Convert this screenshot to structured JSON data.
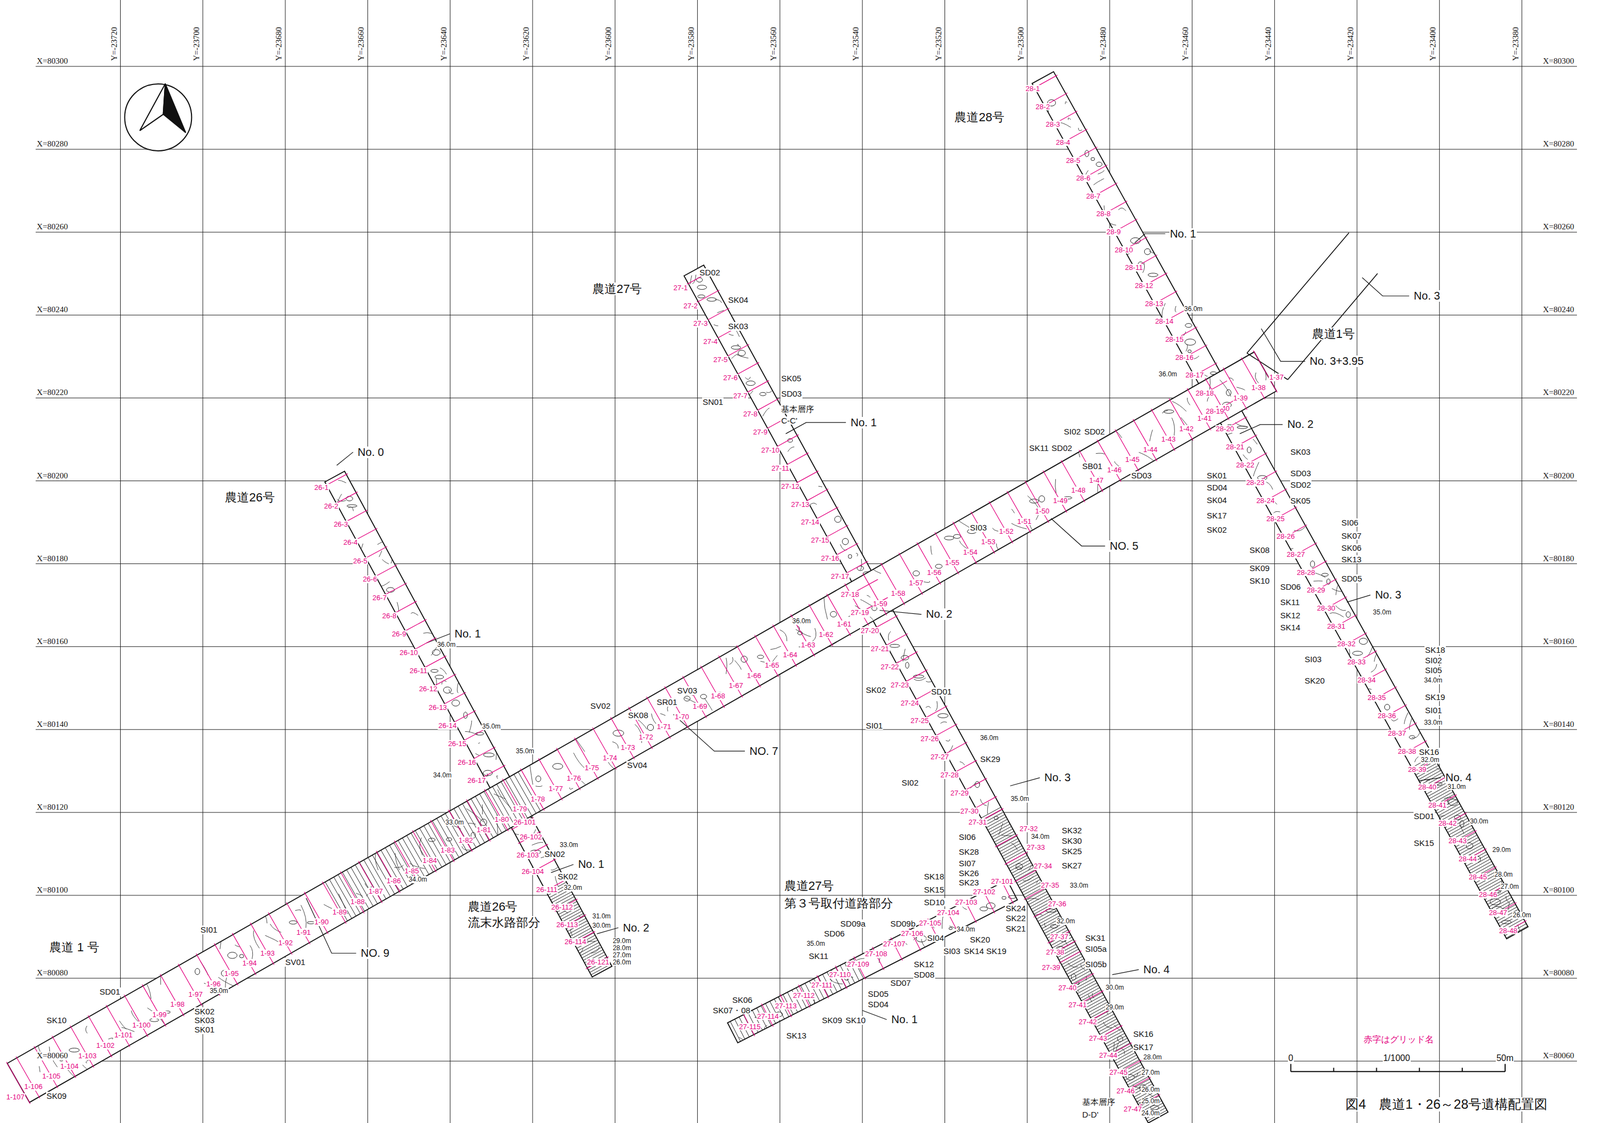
{
  "diagram": {
    "caption": "図4　農道1・26～28号遺構配置図",
    "labels": [
      "Y=-23720",
      "Y=-23700",
      "Y=-23680",
      "Y=-23660",
      "Y=-23640",
      "Y=-23620",
      "Y=-23600",
      "Y=-23580",
      "Y=-23560",
      "Y=-23540",
      "Y=-23520",
      "Y=-23500",
      "Y=-23480",
      "Y=-23460",
      "Y=-23440",
      "Y=-23420",
      "Y=-23400",
      "Y=-23380",
      "X=80300",
      "X=80280",
      "X=80260",
      "X=80240",
      "X=80220",
      "X=80200",
      "X=80180",
      "X=80160",
      "X=80140",
      "X=80120",
      "X=80100",
      "X=80080",
      "X=80060",
      "X=80300",
      "X=80280",
      "X=80260",
      "X=80240",
      "X=80220",
      "X=80200",
      "X=80180",
      "X=80160",
      "X=80140",
      "X=80120",
      "X=80100",
      "X=80080",
      "X=80060",
      "1-37",
      "1-38",
      "1-39",
      "1-40",
      "1-41",
      "1-42",
      "1-43",
      "1-44",
      "1-45",
      "1-46",
      "1-47",
      "1-48",
      "1-49",
      "1-50",
      "1-51",
      "1-52",
      "1-53",
      "1-54",
      "1-55",
      "1-56",
      "1-57",
      "1-58",
      "1-59",
      "1-60",
      "1-61",
      "1-62",
      "1-63",
      "1-64",
      "1-65",
      "1-66",
      "1-67",
      "1-68",
      "1-69",
      "1-70",
      "1-71",
      "1-72",
      "1-73",
      "1-74",
      "1-75",
      "1-76",
      "1-77",
      "1-78",
      "1-79",
      "1-80",
      "1-81",
      "1-82",
      "1-83",
      "1-84",
      "1-85",
      "1-86",
      "1-87",
      "1-88",
      "1-89",
      "1-90",
      "1-91",
      "1-92",
      "1-93",
      "1-94",
      "1-95",
      "1-96",
      "1-97",
      "1-98",
      "1-99",
      "1-100",
      "1-101",
      "1-102",
      "1-103",
      "1-104",
      "1-105",
      "1-106",
      "1-107",
      "26-1",
      "26-2",
      "26-3",
      "26-4",
      "26-5",
      "26-6",
      "26-7",
      "26-8",
      "26-9",
      "26-10",
      "26-11",
      "26-12",
      "26-13",
      "26-14",
      "26-15",
      "26-16",
      "26-17",
      "26-101",
      "26-102",
      "26-103",
      "26-104",
      "26-111",
      "26-112",
      "26-113",
      "26-114",
      "26-121",
      "27-1",
      "27-2",
      "27-3",
      "27-4",
      "27-5",
      "27-6",
      "27-7",
      "27-8",
      "27-9",
      "27-10",
      "27-11",
      "27-12",
      "27-13",
      "27-14",
      "27-15",
      "27-16",
      "27-17",
      "27-18",
      "27-19",
      "27-20",
      "27-21",
      "27-22",
      "27-23",
      "27-24",
      "27-25",
      "27-26",
      "27-27",
      "27-28",
      "27-29",
      "27-30",
      "27-31",
      "27-32",
      "27-33",
      "27-34",
      "27-35",
      "27-36",
      "27-37",
      "27-38",
      "27-39",
      "27-40",
      "27-41",
      "27-42",
      "27-43",
      "27-44",
      "27-45",
      "27-46",
      "27-47",
      "27-101",
      "27-102",
      "27-103",
      "27-104",
      "27-105",
      "27-106",
      "27-107",
      "27-108",
      "27-109",
      "27-110",
      "27-111",
      "27-112",
      "27-113",
      "27-114",
      "27-115",
      "28-1",
      "28-2",
      "28-3",
      "28-4",
      "28-5",
      "28-6",
      "28-7",
      "28-8",
      "28-9",
      "28-10",
      "28-11",
      "28-12",
      "28-13",
      "28-14",
      "28-15",
      "28-16",
      "28-17",
      "28-18",
      "28-19",
      "28-20",
      "28-21",
      "28-22",
      "28-23",
      "28-24",
      "28-25",
      "28-26",
      "28-27",
      "28-28",
      "28-29",
      "28-30",
      "28-31",
      "28-32",
      "28-33",
      "28-34",
      "28-35",
      "28-36",
      "28-37",
      "28-38",
      "28-39",
      "28-40",
      "28-41",
      "28-42",
      "28-43",
      "28-44",
      "28-45",
      "28-46",
      "28-47",
      "28-48",
      "農道28号",
      "農道27号",
      "農道26号",
      "農道1号",
      "農道 1 号",
      "農道26号",
      "流末水路部分",
      "農道27号",
      "第３号取付道路部分",
      "No. 0",
      "No. 1",
      "No. 1",
      "No. 2",
      "No. 1",
      "No. 2",
      "No. 3",
      "No. 4",
      "No. 1",
      "No. 1",
      "No. 2",
      "No. 3",
      "No. 4",
      "No. 3",
      "No. 3+3.95",
      "NO. 5",
      "NO. 7",
      "NO. 9",
      "SD02",
      "SK04",
      "SK03",
      "SK05",
      "SD03",
      "SN01",
      "基本層序",
      "C-C'",
      "SI02",
      "SD02",
      "SK11",
      "SD02",
      "SB01",
      "SD03",
      "SI03",
      "SV03",
      "SR01",
      "SK08",
      "SV02",
      "SV04",
      "SN02",
      "SK02",
      "SI01",
      "SV01",
      "SD01",
      "SK02",
      "SK03",
      "SK01",
      "SK10",
      "SK09",
      "SK02",
      "SD01",
      "SI01",
      "SK29",
      "SI02",
      "SI06",
      "SK28",
      "SI07",
      "SK26",
      "SK23",
      "SK18",
      "SK15",
      "SD10",
      "SI04",
      "SI03",
      "SK14",
      "SK20",
      "SK19",
      "SK24",
      "SK22",
      "SK21",
      "SK32",
      "SK30",
      "SK25",
      "SK27",
      "SK31",
      "SI05a",
      "SI05b",
      "SK16",
      "SK17",
      "基本層序",
      "D-D'",
      "SD09a",
      "SD09b",
      "SD06",
      "SK11",
      "SK12",
      "SD08",
      "SD07",
      "SD05",
      "SD04",
      "SK06",
      "SK07・08",
      "SK09",
      "SK10",
      "SK13",
      "SK03",
      "SD03",
      "SD02",
      "SK05",
      "SK01",
      "SD04",
      "SK04",
      "SK17",
      "SK02",
      "SI06",
      "SK07",
      "SK06",
      "SK13",
      "SK08",
      "SK09",
      "SK10",
      "SD06",
      "SD05",
      "SK11",
      "SK12",
      "SK14",
      "SI03",
      "SK18",
      "SI02",
      "SI05",
      "SK20",
      "SK19",
      "SI01",
      "SK16",
      "SD01",
      "SK15",
      "36.0m",
      "36.0m",
      "35.0m",
      "34.0m",
      "33.0m",
      "32.0m",
      "31.0m",
      "30.0m",
      "29.0m",
      "28.0m",
      "27.0m",
      "26.0m",
      "36.0m",
      "35.0m",
      "34.0m",
      "33.0m",
      "33.0m",
      "32.0m",
      "31.0m",
      "30.0m",
      "29.0m",
      "28.0m",
      "27.0m",
      "26.0m",
      "36.0m",
      "35.0m",
      "34.0m",
      "35.0m",
      "36.0m",
      "35.0m",
      "34.0m",
      "33.0m",
      "32.0m",
      "30.0m",
      "29.0m",
      "28.0m",
      "27.0m",
      "26.0m",
      "25.0m",
      "24.0m",
      "35.0m",
      "34.0m",
      "赤字はグリッド名",
      "0",
      "1/1000",
      "50m"
    ]
  }
}
